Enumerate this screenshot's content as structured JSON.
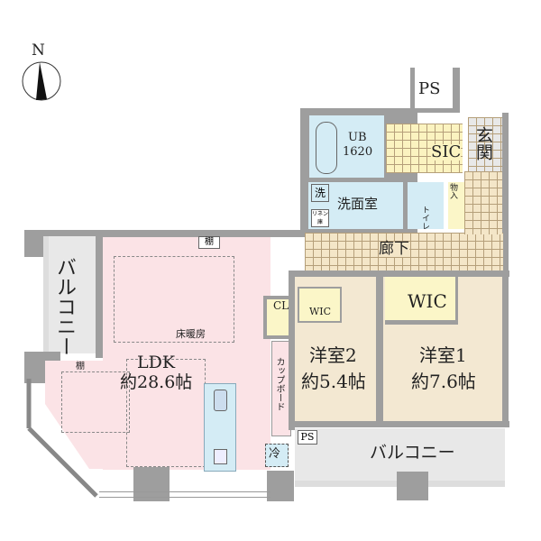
{
  "compass": {
    "label": "N"
  },
  "rooms": {
    "ldk": {
      "name": "LDK",
      "size": "約28.6帖"
    },
    "yoshitsu2": {
      "name": "洋室2",
      "size": "約5.4帖"
    },
    "yoshitsu1": {
      "name": "洋室1",
      "size": "約7.6帖"
    },
    "wic_large": {
      "name": "WIC"
    },
    "wic_small": {
      "name": "WIC"
    },
    "cl": {
      "name": "CL"
    },
    "ub": {
      "name": "UB",
      "size": "1620"
    },
    "sic": {
      "name": "SIC"
    },
    "genkan": {
      "name": "玄関"
    },
    "senmen": {
      "name": "洗面室"
    },
    "toilet": {
      "name": "トイレ"
    },
    "roka": {
      "name": "廊下"
    },
    "monoire": {
      "name": "物入"
    },
    "ps_top": {
      "name": "PS"
    },
    "ps_bottom": {
      "name": "PS"
    },
    "balcony_left": {
      "name": "バルコニー"
    },
    "balcony_bottom": {
      "name": "バルコニー"
    }
  },
  "fixtures": {
    "shelf_top": "棚",
    "shelf_left": "棚",
    "floor_heating": "床暖房",
    "cupboard": "カップボード",
    "fridge": "冷",
    "washer": "洗",
    "linen": "リネン庫"
  },
  "colors": {
    "ldk": "#fbe3e6",
    "wet": "#d4ecf5",
    "bedroom": "#f3e8d2",
    "storage": "#fbf6c8",
    "balcony": "#e8e8e8",
    "wall": "#9e9e9e"
  }
}
